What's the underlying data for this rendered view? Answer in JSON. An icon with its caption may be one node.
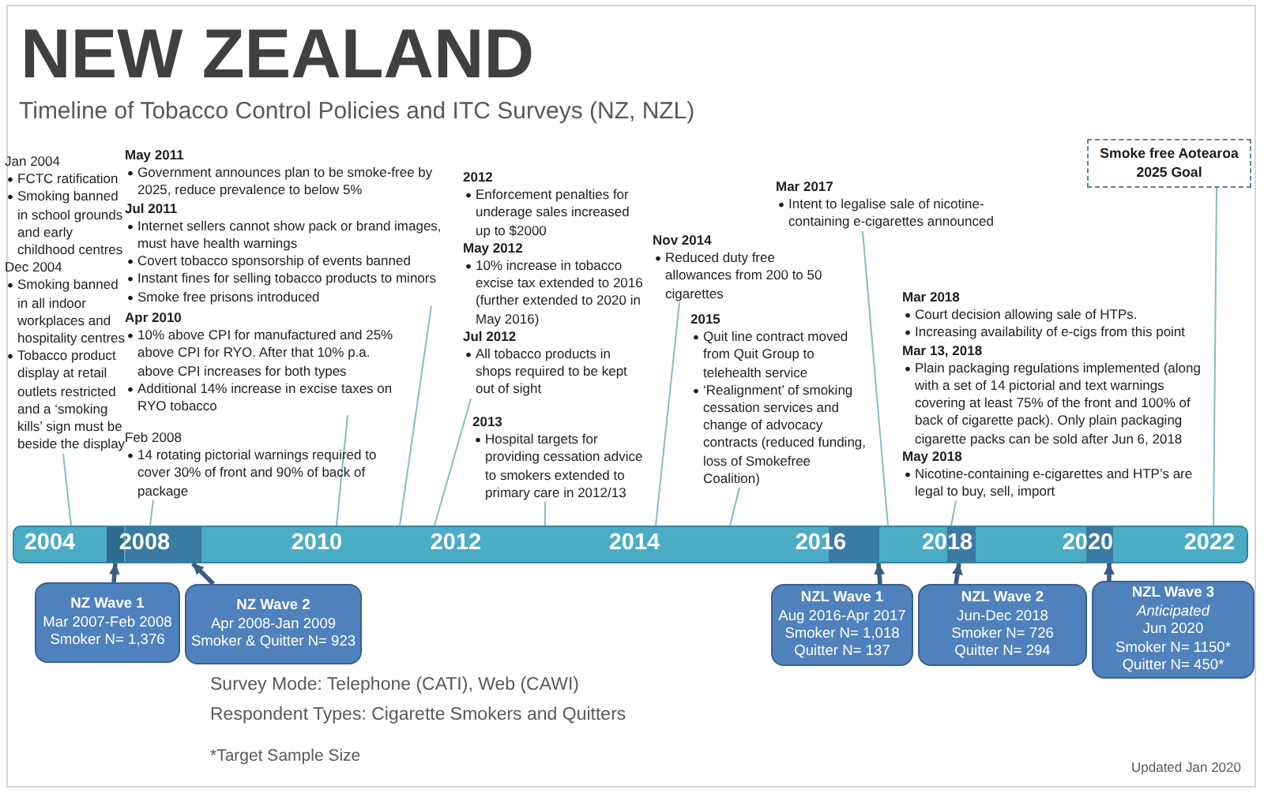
{
  "diagram": {
    "title": "NEW ZEALAND",
    "nodes": [
      {
        "text": [
          "Jan 2004",
          "FCTC ratification",
          "Smoking banned in school grounds and early childhood centres",
          "Dec 2004",
          "Smoking banned in all indoor workplaces and hospitality centres",
          "Tobacco product display at retail outlets restricted and a ‘smoking kills’ sign must be beside the display"
        ]
      },
      {
        "text": [
          "May 2011",
          "Government announces plan to be smoke-free by 2025, reduce prevalence to below 5%",
          "Jul 2011",
          "Internet sellers cannot show pack or brand images, must have health warnings",
          "Covert tobacco sponsorship of events banned",
          "Instant fines for selling tobacco products to minors",
          "Smoke free prisons introduced"
        ]
      },
      {
        "text": [
          "Apr 2010",
          "10% above CPI for manufactured and 25% above CPI for RYO. After that 10% p.a. above CPI increases for both types",
          "Additional 14% increase in excise taxes on RYO tobacco"
        ]
      },
      {
        "text": [
          "Feb 2008",
          "14 rotating pictorial warnings required to cover 30% of front and 90% of back of package"
        ]
      },
      {
        "text": [
          "2012",
          "Enforcement penalties for underage sales increased up to $2000",
          "May 2012",
          "10% increase in tobacco excise tax extended to 2016 (further extended to 2020 in May 2016)",
          "Jul 2012",
          "All tobacco products in shops required to be kept out of sight"
        ]
      },
      {
        "text": [
          "2013",
          "Hospital targets for providing cessation advice to smokers extended to primary care in 2012/13"
        ]
      },
      {
        "text": [
          "Nov 2014",
          "Reduced duty free allowances from 200 to 50 cigarettes"
        ]
      },
      {
        "text": [
          "2015",
          "Quit line contract moved from Quit Group to telehealth service",
          "‘Realignment’ of smoking cessation services and change of advocacy contracts (reduced funding, loss of Smokefree Coalition)"
        ]
      },
      {
        "text": [
          "Mar 2017",
          "Intent to legalise sale of nicotine-containing e-cigarettes announced"
        ]
      },
      {
        "text": [
          "Mar 2018",
          "Court decision allowing sale of HTPs.",
          "Increasing availability of e-cigs from this point",
          "Mar 13, 2018",
          "Plain packaging regulations implemented (along with a set of 14 pictorial and text warnings covering at least 75% of the front and 100% of back of cigarette pack). Only plain packaging cigarette packs can be sold after Jun 6, 2018",
          "May 2018",
          "Nicotine-containing e-cigarettes and HTP’s are legal to buy, sell, import"
        ]
      },
      {
        "text": [
          "Smoke free Aotearoa 2025 Goal"
        ]
      },
      {
        "text": [
          "2004",
          "2008",
          "2010",
          "2012",
          "2014",
          "2016",
          "2018",
          "2020",
          "2022"
        ]
      },
      {
        "text": [
          "NZ Wave 1",
          "Mar 2007-Feb 2008",
          "Smoker N= 1,376"
        ]
      },
      {
        "text": [
          "NZ Wave 2",
          "Apr 2008-Jan 2009",
          "Smoker & Quitter N= 923"
        ]
      },
      {
        "text": [
          "NZL Wave 1",
          "Aug 2016-Apr 2017",
          "Smoker N= 1,018",
          "Quitter N= 137"
        ]
      },
      {
        "text": [
          "NZL Wave 2",
          "Jun-Dec 2018",
          "Smoker N= 726",
          "Quitter N= 294"
        ]
      },
      {
        "text": [
          "NZL Wave 3",
          "Anticipated",
          "Jun 2020",
          "Smoker N= 1150*",
          "Quitter N= 450*"
        ]
      }
    ],
    "edges": [
      {
        "from": 0,
        "to": 11,
        "arrow": "none"
      },
      {
        "from": 1,
        "to": 11,
        "arrow": "none"
      },
      {
        "from": 2,
        "to": 11,
        "arrow": "none"
      },
      {
        "from": 3,
        "to": 11,
        "arrow": "none"
      },
      {
        "from": 4,
        "to": 11,
        "arrow": "none"
      },
      {
        "from": 5,
        "to": 11,
        "arrow": "none"
      },
      {
        "from": 6,
        "to": 11,
        "arrow": "none"
      },
      {
        "from": 7,
        "to": 11,
        "arrow": "none"
      },
      {
        "from": 8,
        "to": 11,
        "arrow": "none"
      },
      {
        "from": 9,
        "to": 11,
        "arrow": "none"
      },
      {
        "from": 10,
        "to": 11,
        "arrow": "none"
      },
      {
        "from": 12,
        "to": 11,
        "arrow": "to",
        "style": "thick",
        "color": "#3b5b86"
      },
      {
        "from": 13,
        "to": 11,
        "arrow": "to",
        "style": "thick",
        "color": "#3b5b86"
      },
      {
        "from": 14,
        "to": 11,
        "arrow": "to",
        "style": "thick",
        "color": "#3b5b86"
      },
      {
        "from": 15,
        "to": 11,
        "arrow": "to",
        "style": "thick",
        "color": "#3b5b86"
      },
      {
        "from": 16,
        "to": 11,
        "arrow": "to",
        "style": "thick",
        "color": "#3b5b86"
      }
    ],
    "labels": [
      "Timeline of Tobacco Control Policies and ITC Surveys (NZ, NZL)",
      "Survey Mode: Telephone (CATI), Web (CAWI)",
      "Respondent Types: Cigarette Smokers and Quitters",
      "*Target Sample Size",
      "Updated Jan 2020"
    ]
  }
}
